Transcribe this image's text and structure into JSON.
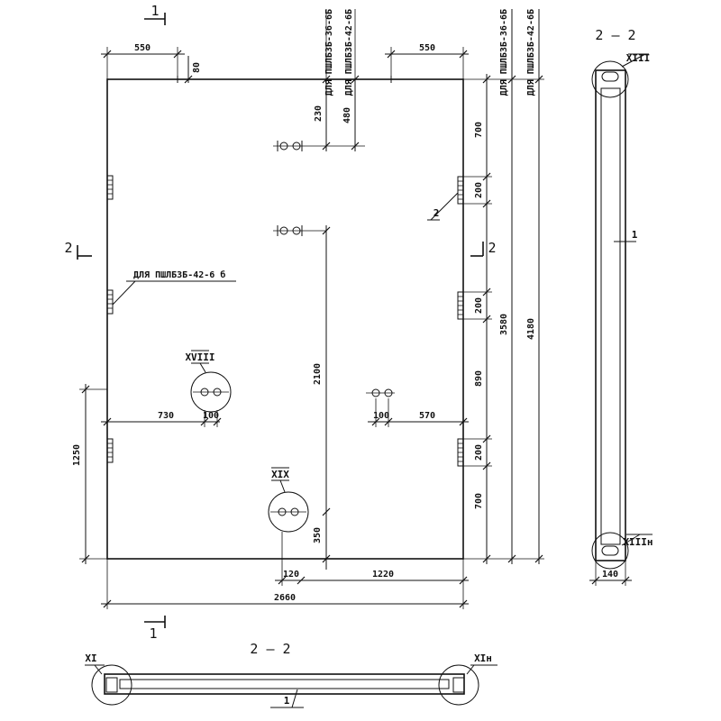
{
  "sections": {
    "cut_1_top": "1",
    "cut_1_bottom": "1",
    "cut_2_left": "2",
    "cut_2_right": "2",
    "side_view_title": "2 — 2",
    "bottom_view_title": "2 — 2"
  },
  "top_dims": {
    "left_offset": "550",
    "right_offset": "550",
    "top_gap": "80"
  },
  "vertical_notes": {
    "note_36": "ДЛЯ ПШЛБЗБ-36-6Б",
    "note_42": "ДЛЯ ПШЛБЗБ-42-6Б",
    "note_right_36": "ДЛЯ ПШЛБЗБ-36-6Б",
    "note_right_42": "ДЛЯ ПШЛБЗБ-42-6Б"
  },
  "inner_dims": {
    "d230": "230",
    "d480": "480",
    "d2100": "2100",
    "d350": "350",
    "d730": "730",
    "d100_left": "100",
    "d100_right": "100",
    "d570": "570",
    "d120": "120",
    "d1220": "1220",
    "d1250": "1250",
    "d2660": "2660"
  },
  "right_dims": {
    "d700_top": "700",
    "d200_a": "200",
    "d200_b": "200",
    "d890": "890",
    "d200_c": "200",
    "d700_bottom": "700",
    "d3580": "3580",
    "d4180": "4180"
  },
  "leaders": {
    "left_note": "ДЛЯ ПШЛБЗБ-42-6 б",
    "pos_2": "2",
    "pos_1_side": "1",
    "pos_1_bottom": "1"
  },
  "nodes": {
    "xviii": "XVIII",
    "xix": "XIX",
    "xiii": "XIII",
    "xiii_n": "XIIIн",
    "xi": "XI",
    "xi_n": "XIн"
  },
  "side_view": {
    "width_dim": "140"
  }
}
